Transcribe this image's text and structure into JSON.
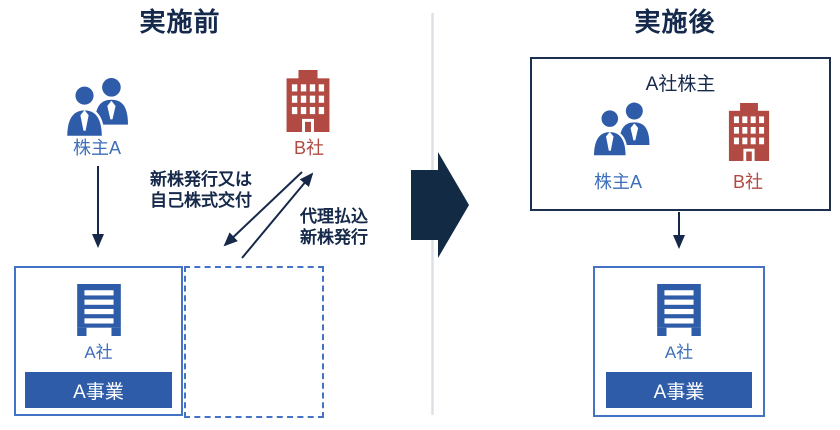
{
  "before": {
    "title": "実施前",
    "shareholder": {
      "label": "株主A"
    },
    "company_b": {
      "label": "B社"
    },
    "issue_arrow_label": {
      "line1": "新株発行又は",
      "line2": "自己株式交付"
    },
    "payment_arrow_label": {
      "line1": "代理払込",
      "line2": "新株発行"
    },
    "company_a_box": {
      "company_label": "A社",
      "business_label": "A事業"
    }
  },
  "after": {
    "title": "実施後",
    "shareholders_box": {
      "label": "A社株主",
      "shareholder_label": "株主A",
      "company_b_label": "B社"
    },
    "company_a_box": {
      "company_label": "A社",
      "business_label": "A事業"
    }
  },
  "icons": {
    "shareholders": "people-icon",
    "company_b": "office-building-icon",
    "company_a": "striped-building-icon",
    "transition": "right-block-arrow-icon"
  },
  "colors": {
    "navy_text": "#16294A",
    "icon_blue": "#2E5CA8",
    "label_blue": "#3E6EBB",
    "border_blue": "#4472C4",
    "brand_red": "#B04A42",
    "block_arrow": "#132A44",
    "divider": "#DDE0E4"
  }
}
